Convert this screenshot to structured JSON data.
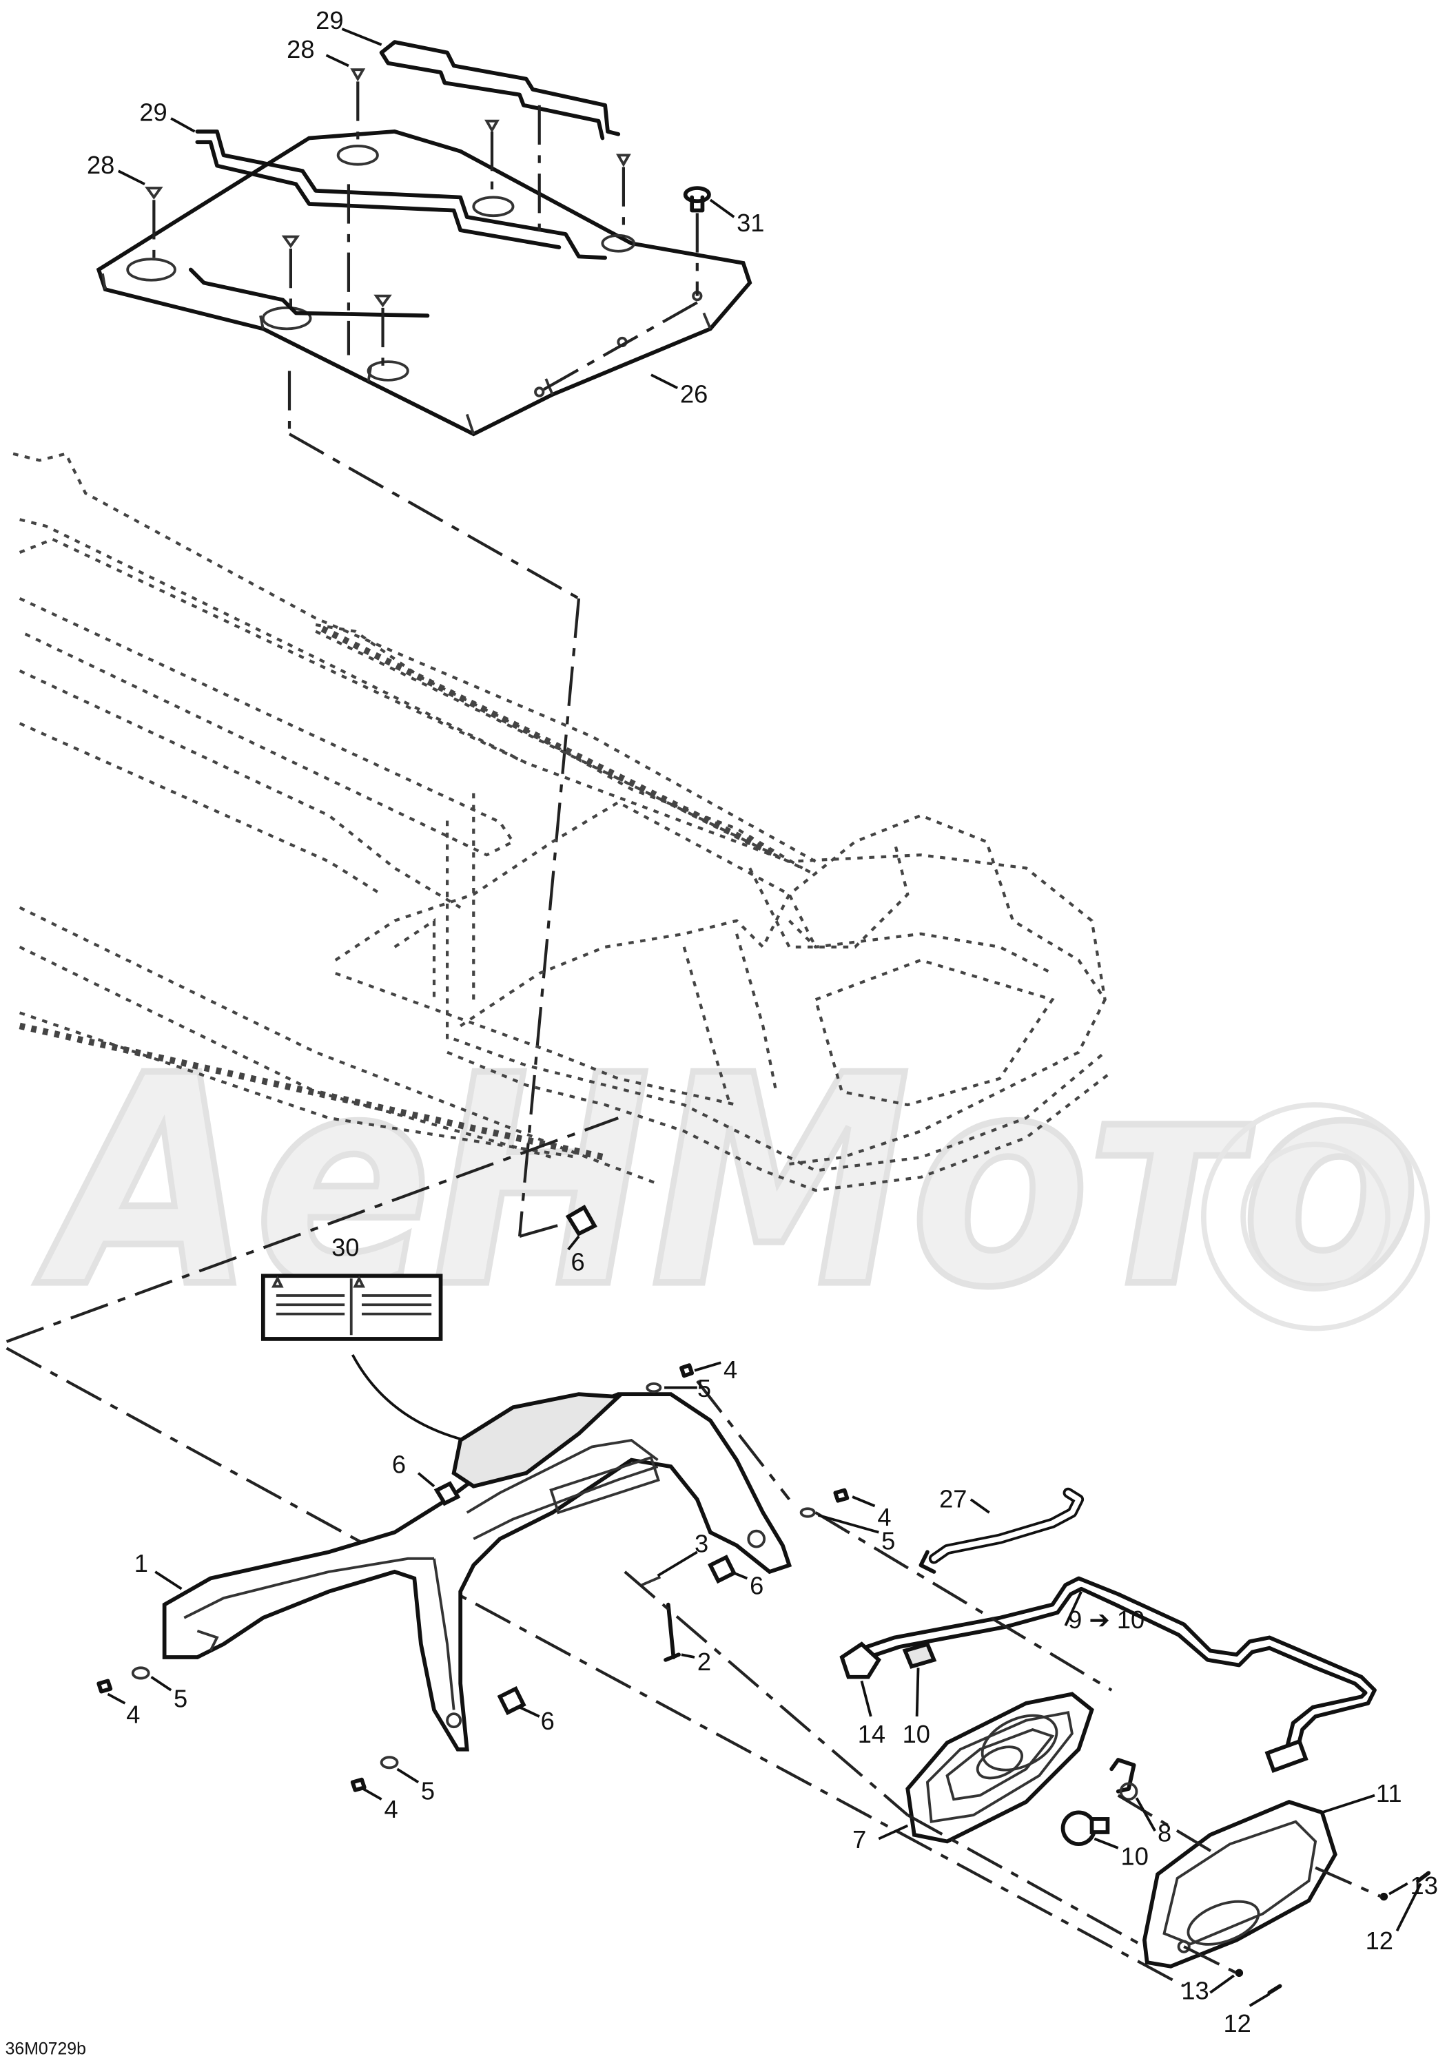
{
  "diagram": {
    "drawing_code": "36M0729b",
    "watermark_text": "АеНМото",
    "callouts": [
      "29",
      "28",
      "29",
      "28",
      "31",
      "26",
      "6",
      "30",
      "4",
      "5",
      "6",
      "27",
      "4",
      "5",
      "1",
      "3",
      "6",
      "2",
      "9 ➔ 10",
      "5",
      "4",
      "14",
      "10",
      "6",
      "5",
      "4",
      "11",
      "8",
      "7",
      "10",
      "13",
      "12",
      "13",
      "12"
    ]
  }
}
